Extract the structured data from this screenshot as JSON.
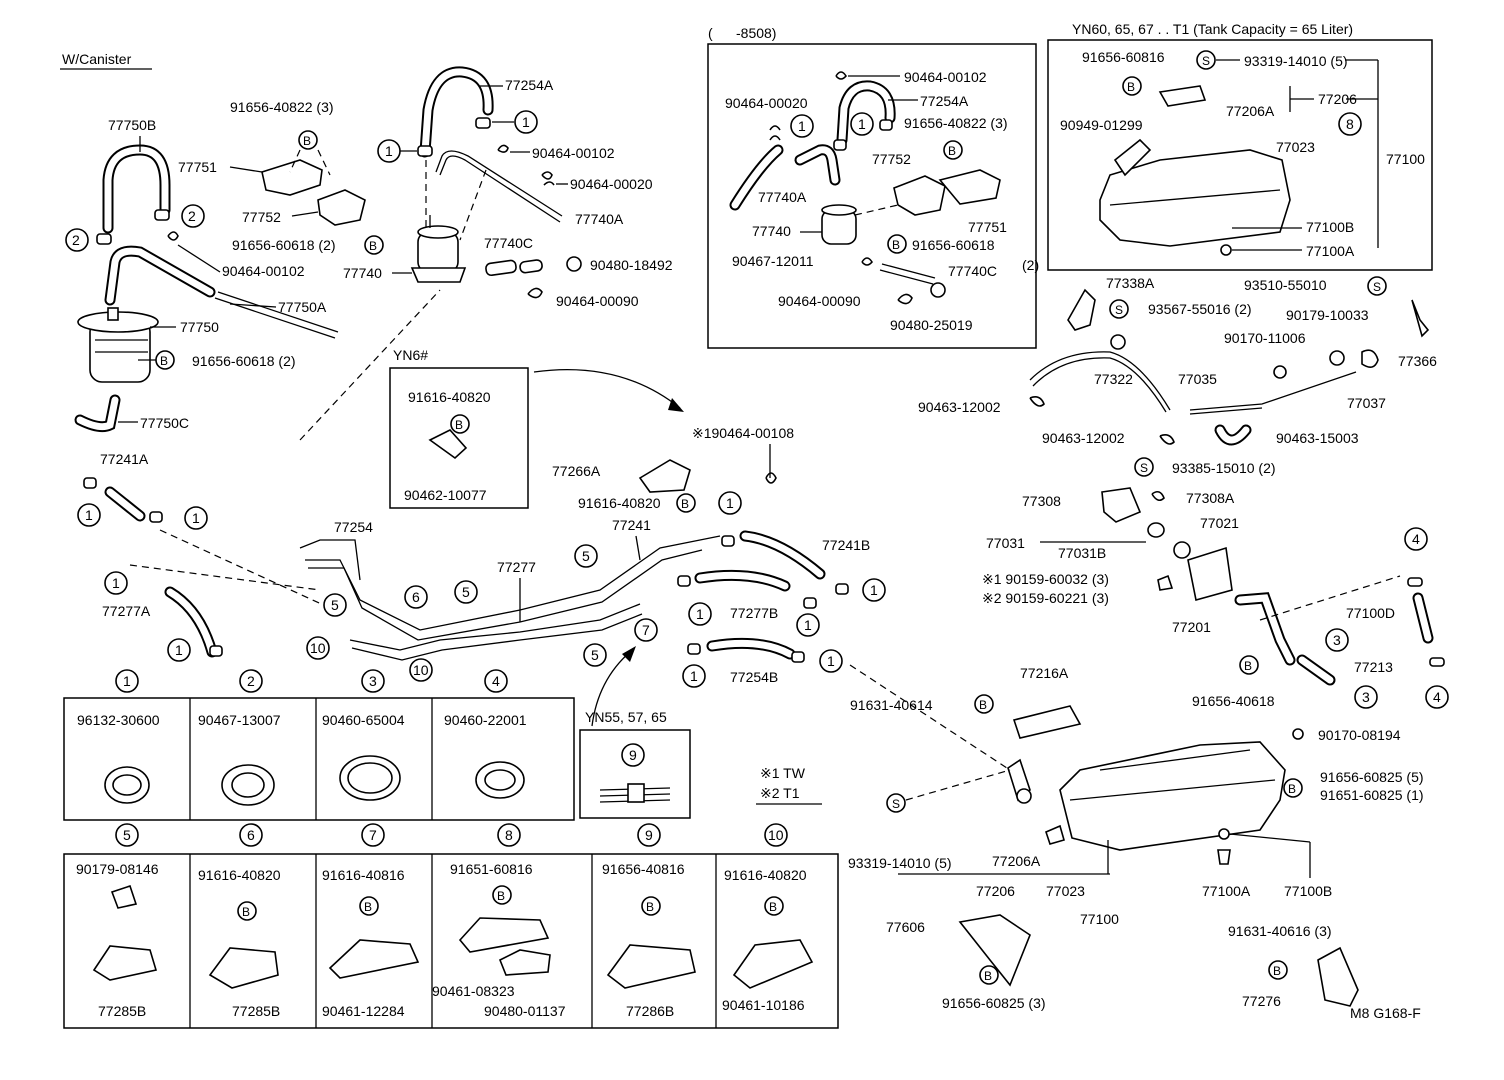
{
  "headers": {
    "canister": "W/Canister",
    "old": "(      -8508)",
    "tank65": "YN60, 65, 67 . . T1 (Tank Capacity = 65 Liter)",
    "yn6": "YN6#",
    "yn55": "YN55, 57, 65",
    "code": "M8 G168-F"
  },
  "note": {
    "n1": "※1 TW",
    "n2": "※2 T1"
  },
  "labels": {
    "p77750B": "77750B",
    "p77751": "77751",
    "p77752": "77752",
    "p91656_40822": "91656-40822 (3)",
    "p91656_60618a": "91656-60618 (2)",
    "p90464_00102a": "90464-00102",
    "p77750A": "77750A",
    "p77750": "77750",
    "p91656_60618b": "91656-60618 (2)",
    "p77750C": "77750C",
    "p77254A": "77254A",
    "p90464_00102b": "90464-00102",
    "p90464_00020": "90464-00020",
    "p77740A": "77740A",
    "p77740": "77740",
    "p77740C": "77740C",
    "p90480_18492": "90480-18492",
    "p90464_00090": "90464-00090",
    "o90464_00102": "90464-00102",
    "o90464_00020": "90464-00020",
    "o77254A": "77254A",
    "o91656_40822": "91656-40822 (3)",
    "o77752": "77752",
    "o77740A": "77740A",
    "o77751": "77751",
    "o77740": "77740",
    "o91656_60618": "91656-60618",
    "o2": "(2)",
    "o90467_12011": "90467-12011",
    "o77740C": "77740C",
    "o90464_00090": "90464-00090",
    "o90480_25019": "90480-25019",
    "t91656_60816": "91656-60816",
    "t93319_14010": "93319-14010 (5)",
    "t90949_01299": "90949-01299",
    "t77206": "77206",
    "t77206A": "77206A",
    "t77023": "77023",
    "t77100": "77100",
    "t77100B": "77100B",
    "t77100A": "77100A",
    "y91616_40820": "91616-40820",
    "y90462_10077": "90462-10077",
    "m90464_00108": "※190464-00108",
    "m77266A": "77266A",
    "m91616_40820": "91616-40820",
    "m77241A": "77241A",
    "m77254": "77254",
    "m77277": "77277",
    "m77241": "77241",
    "m77241B": "77241B",
    "m77277A": "77277A",
    "m77277B": "77277B",
    "m77254B": "77254B",
    "r77338A": "77338A",
    "r93567_55016": "93567-55016 (2)",
    "r93510_55010": "93510-55010",
    "r90179_10033": "90179-10033",
    "r90170_11006": "90170-11006",
    "r77322": "77322",
    "r77035": "77035",
    "r77366": "77366",
    "r77037": "77037",
    "r90463_12002a": "90463-12002",
    "r90463_12002b": "90463-12002",
    "r90463_15003": "90463-15003",
    "r93385_15010": "93385-15010 (2)",
    "r77308": "77308",
    "r77308A": "77308A",
    "r77021": "77021",
    "r77031": "77031",
    "r77031B": "77031B",
    "r90159_60032": "※1 90159-60032 (3)",
    "r90159_60221": "※2 90159-60221 (3)",
    "r77201": "77201",
    "r77100D": "77100D",
    "r77213": "77213",
    "r91656_40618": "91656-40618",
    "b77216A": "77216A",
    "b91631_40614": "91631-40614",
    "b90170_08194": "90170-08194",
    "b91656_60825": "91656-60825 (5)",
    "b91651_60825": "91651-60825 (1)",
    "b93319_14010": "93319-14010 (5)",
    "b77206A": "77206A",
    "b77206": "77206",
    "b77023": "77023",
    "b77100": "77100",
    "b77100A": "77100A",
    "b77100B": "77100B",
    "b77606": "77606",
    "b91656_60825c": "91656-60825 (3)",
    "b91631_40616": "91631-40616 (3)",
    "b77276": "77276"
  },
  "legend": {
    "top": [
      {
        "num": "1",
        "part": "96132-30600"
      },
      {
        "num": "2",
        "part": "90467-13007"
      },
      {
        "num": "3",
        "part": "90460-65004"
      },
      {
        "num": "4",
        "part": "90460-22001"
      }
    ],
    "bottom": [
      {
        "num": "5",
        "part": "90179-08146",
        "sub": "77285B"
      },
      {
        "num": "6",
        "part": "91616-40820",
        "sub": "77285B"
      },
      {
        "num": "7",
        "part": "91616-40816",
        "sub": "90461-12284"
      },
      {
        "num": "8",
        "part": "91651-60816",
        "sub": "90461-08323",
        "sub2": "90480-01137"
      },
      {
        "num": "9",
        "part": "91656-40816",
        "sub": "77286B"
      },
      {
        "num": "10",
        "part": "91616-40820",
        "sub": "90461-10186"
      }
    ]
  }
}
